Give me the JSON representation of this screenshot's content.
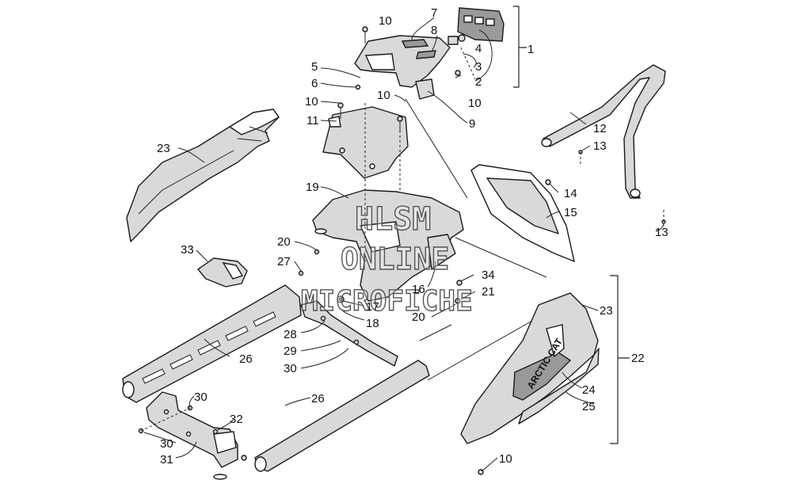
{
  "watermark": {
    "line1": "HLSM",
    "line2": "ONLINE",
    "line3": "MICROFICHE"
  },
  "decal_text": "ARCTIC CAT",
  "callouts": [
    {
      "id": "c1",
      "label": "1"
    },
    {
      "id": "c2",
      "label": "2"
    },
    {
      "id": "c3",
      "label": "3"
    },
    {
      "id": "c4",
      "label": "4"
    },
    {
      "id": "c5",
      "label": "5"
    },
    {
      "id": "c6",
      "label": "6"
    },
    {
      "id": "c7",
      "label": "7"
    },
    {
      "id": "c8",
      "label": "8"
    },
    {
      "id": "c9",
      "label": "9"
    },
    {
      "id": "c10a",
      "label": "10"
    },
    {
      "id": "c10b",
      "label": "10"
    },
    {
      "id": "c10c",
      "label": "10"
    },
    {
      "id": "c10d",
      "label": "10"
    },
    {
      "id": "c10e",
      "label": "10"
    },
    {
      "id": "c11",
      "label": "11"
    },
    {
      "id": "c12",
      "label": "12"
    },
    {
      "id": "c13a",
      "label": "13"
    },
    {
      "id": "c13b",
      "label": "13"
    },
    {
      "id": "c14",
      "label": "14"
    },
    {
      "id": "c15",
      "label": "15"
    },
    {
      "id": "c16",
      "label": "16"
    },
    {
      "id": "c17",
      "label": "17"
    },
    {
      "id": "c18",
      "label": "18"
    },
    {
      "id": "c19",
      "label": "19"
    },
    {
      "id": "c20a",
      "label": "20"
    },
    {
      "id": "c20b",
      "label": "20"
    },
    {
      "id": "c21",
      "label": "21"
    },
    {
      "id": "c22",
      "label": "22"
    },
    {
      "id": "c23a",
      "label": "23"
    },
    {
      "id": "c23b",
      "label": "23"
    },
    {
      "id": "c24",
      "label": "24"
    },
    {
      "id": "c25",
      "label": "25"
    },
    {
      "id": "c26a",
      "label": "26"
    },
    {
      "id": "c26b",
      "label": "26"
    },
    {
      "id": "c27",
      "label": "27"
    },
    {
      "id": "c28",
      "label": "28"
    },
    {
      "id": "c29",
      "label": "29"
    },
    {
      "id": "c30a",
      "label": "30"
    },
    {
      "id": "c30b",
      "label": "30"
    },
    {
      "id": "c30c",
      "label": "30"
    },
    {
      "id": "c31",
      "label": "31"
    },
    {
      "id": "c32",
      "label": "32"
    },
    {
      "id": "c33",
      "label": "33"
    },
    {
      "id": "c34",
      "label": "34"
    }
  ]
}
